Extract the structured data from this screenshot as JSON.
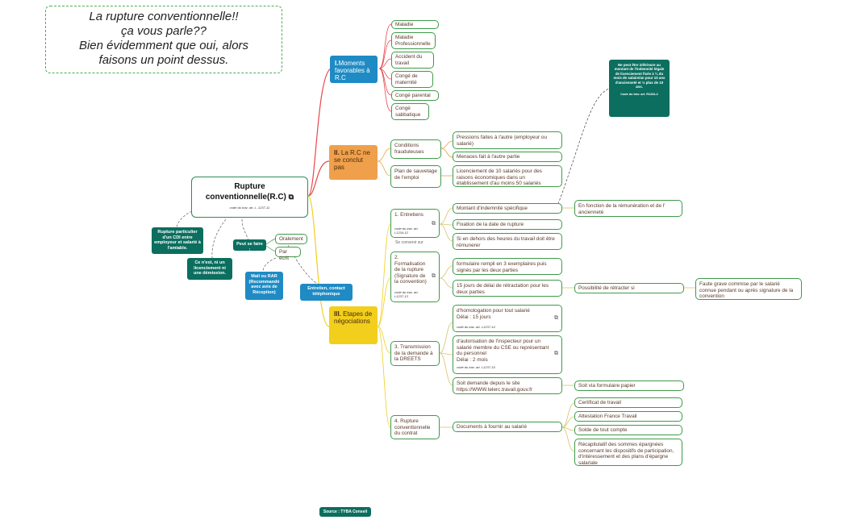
{
  "note": {
    "line1": "La rupture conventionnelle!!",
    "line2": "ça vous parle??",
    "line3": "Bien évidemment que oui, alors",
    "line4": "faisons un point dessus."
  },
  "central": {
    "title1": "Rupture",
    "title2": "conventionnelle(R.C)",
    "code": "code du trav. art. L. 1237-11"
  },
  "left": {
    "definition": "Rupture particulier d'un CDI entre employeur et salarié à l'amiable.",
    "not_dismissal": "Ce n'est, ni un licenciement ni une démission.",
    "can_be": "Peut se faire :",
    "orally": "Oralement",
    "written": "Par écrit",
    "mail": "Mail ou RAR (Recommandé avec avis de Réception)",
    "contact": "Entretien, contact téléphonique"
  },
  "sections": {
    "s1": {
      "num": "I.",
      "label": "Moments favorables à R.C"
    },
    "s2": {
      "num": "II.",
      "label": "La R.C ne se conclut pas"
    },
    "s3": {
      "num": "III.",
      "label": "Etapes de négociations"
    }
  },
  "moments": [
    "Maladie",
    "Maladie Professionnelle",
    "Accident du travail",
    "Congé de maternité",
    "Congé parental",
    "Congé sabbatique"
  ],
  "fails": {
    "conditions": "Conditions frauduleuses",
    "pressions": "Pressions faites à l'autre (employeur ou salarié)",
    "menaces": "Menaces fait à l'autre partie",
    "plan": "Plan de sauvetage de l'emploi",
    "licenciement": "Licenciement de 10 salariés pour des raisons économiques dans un établissement d'au moins 50 salariés"
  },
  "callout": {
    "text": "Ne peut être inférieure au montant de l'indemnité légale de licenciement fixée à ¼ du mois de salaire/an pour 10 ans d'ancienneté et ⅓ plus de 10 ans.",
    "code": "Code du trav. art. R1234-2"
  },
  "steps": {
    "entretiens": {
      "label": "1. Entretiens",
      "code": "code du trav. art. L1234-12",
      "sub": "Se convenir sur"
    },
    "montant": "Montant d'indemnité spécifique",
    "montant_detail": "En fonction de la rémunération et de l' ancienneté",
    "fixation": "Fixation de la date de rupture",
    "horaires": "Si en dehors des heures du travail doit être rémunerer",
    "formalisation": {
      "label": "2. Formalisation de la rupture (Signature de la convention)",
      "code": "code du trav. art. L1237-13"
    },
    "formulaire": "formulaire rempli en 3 exemplaires puis signés par les deux parties",
    "delai": "15 jours de délai de rétractation pour les deux parties",
    "retracter": "Possibilité de rétracter si",
    "faute": "Faute grave commise par le salarié connue pendant ou après signature de la convention",
    "transmission": "3. Transmission de la demande à la DREETS",
    "homologation": {
      "l1": "d'homologation pour tout salarié",
      "l2": "Délai : 15 jours",
      "code": "code du trav. art. L1237-14"
    },
    "autorisation": {
      "l1": "d'autorisation de l'inspecteur pour un salarié membre du CSE ou représentant du personnel",
      "l2": "Délai : 2 mois",
      "code": "code du trav. art. L1237-15"
    },
    "telerc": "Soit demande depuis le site https://WWW.telerc.travail.gouv.fr",
    "papier": "Soit via formulaire papier",
    "rupture": "4. Rupture conventionnelle du contrat",
    "documents": "Documents à fournir au salarié",
    "docs": [
      "Certificat de travail",
      "Attestation France Travail",
      "Solde de tout compte",
      "Récapitulatif des sommes épargnées concernant les dispositifs de participation, d'intéressement et des plans d'épargne salariale"
    ]
  },
  "source": "Source : TYBA Conseil",
  "colors": {
    "green": "#3f9a4a",
    "teal": "#0b6e5f",
    "blue": "#1f8bc4",
    "orange": "#f0a04b",
    "yellow": "#f2cf1d",
    "red": "#d9534f",
    "olive": "#d6c36a"
  },
  "icons": [
    "external-link-icon"
  ]
}
